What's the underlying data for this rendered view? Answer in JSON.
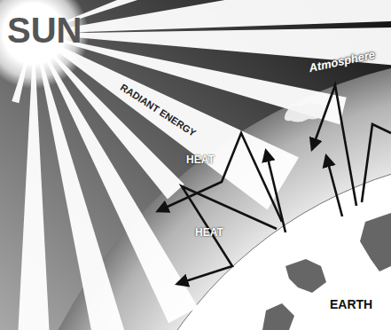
{
  "diagram": {
    "nodes": [
      {
        "text": [
          "SUN"
        ]
      },
      {
        "text": [
          "Atmosphere"
        ]
      },
      {
        "text": [
          "EARTH"
        ]
      }
    ],
    "labels": [
      "RADIANT ENERGY",
      "HEAT",
      "HEAT"
    ]
  }
}
